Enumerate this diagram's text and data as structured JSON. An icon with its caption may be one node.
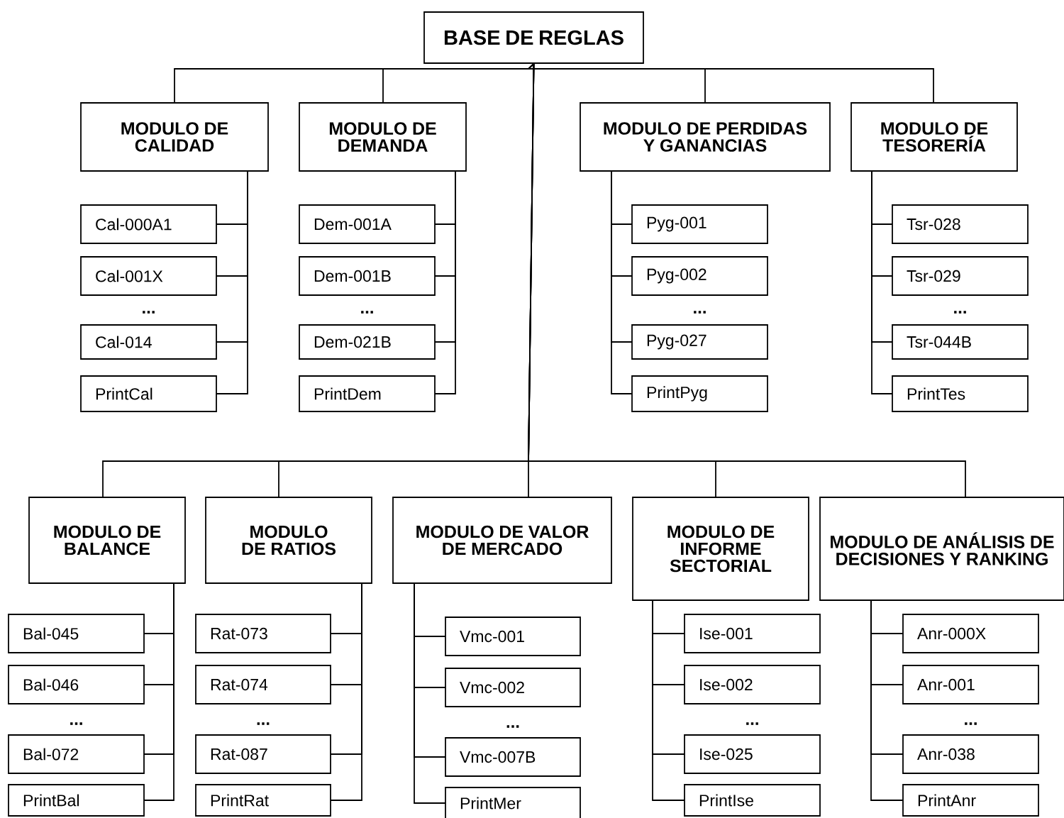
{
  "diagram": {
    "nodes": [
      {
        "text": [
          "BASE DE REGLAS"
        ]
      },
      {
        "text": [
          "MODULO DE CALIDAD"
        ]
      },
      {
        "text": [
          "Cal-000A1"
        ]
      },
      {
        "text": [
          "Cal-001X"
        ]
      },
      {
        "text": [
          "Cal-014"
        ]
      },
      {
        "text": [
          "PrintCal"
        ]
      },
      {
        "text": [
          "MODULO DE DEMANDA"
        ]
      },
      {
        "text": [
          "Dem-001A"
        ]
      },
      {
        "text": [
          "Dem-001B"
        ]
      },
      {
        "text": [
          "Dem-021B"
        ]
      },
      {
        "text": [
          "PrintDem"
        ]
      },
      {
        "text": [
          "MODULO DE PERDIDAS Y GANANCIAS"
        ]
      },
      {
        "text": [
          "Pyg-001"
        ]
      },
      {
        "text": [
          "Pyg-002"
        ]
      },
      {
        "text": [
          "Pyg-027"
        ]
      },
      {
        "text": [
          "PrintPyg"
        ]
      },
      {
        "text": [
          "MODULO DE TESORERÍA"
        ]
      },
      {
        "text": [
          "Tsr-028"
        ]
      },
      {
        "text": [
          "Tsr-029"
        ]
      },
      {
        "text": [
          "Tsr-044B"
        ]
      },
      {
        "text": [
          "PrintTes"
        ]
      },
      {
        "text": [
          "MODULO DE BALANCE"
        ]
      },
      {
        "text": [
          "Bal-045"
        ]
      },
      {
        "text": [
          "Bal-046"
        ]
      },
      {
        "text": [
          "Bal-072"
        ]
      },
      {
        "text": [
          "PrintBal"
        ]
      },
      {
        "text": [
          "MODULO DE RATIOS"
        ]
      },
      {
        "text": [
          "Rat-073"
        ]
      },
      {
        "text": [
          "Rat-074"
        ]
      },
      {
        "text": [
          "Rat-087"
        ]
      },
      {
        "text": [
          "PrintRat"
        ]
      },
      {
        "text": [
          "MODULO DE VALOR DE MERCADO"
        ]
      },
      {
        "text": [
          "Vmc-001"
        ]
      },
      {
        "text": [
          "Vmc-002"
        ]
      },
      {
        "text": [
          "Vmc-007B"
        ]
      },
      {
        "text": [
          "PrintMer"
        ]
      },
      {
        "text": [
          "MODULO DE INFORME SECTORIAL"
        ]
      },
      {
        "text": [
          "Ise-001"
        ]
      },
      {
        "text": [
          "Ise-002"
        ]
      },
      {
        "text": [
          "Ise-025"
        ]
      },
      {
        "text": [
          "PrintIse"
        ]
      },
      {
        "text": [
          "MODULO DE ANÁLISIS DE DECISIONES Y RANKING"
        ]
      },
      {
        "text": [
          "Anr-000X"
        ]
      },
      {
        "text": [
          "Anr-001"
        ]
      },
      {
        "text": [
          "Anr-038"
        ]
      },
      {
        "text": [
          "PrintAnr"
        ]
      }
    ],
    "edges": [
      {
        "from": 0,
        "to": 1,
        "arrow": "none"
      },
      {
        "from": 0,
        "to": 6,
        "arrow": "none"
      },
      {
        "from": 0,
        "to": 11,
        "arrow": "none"
      },
      {
        "from": 0,
        "to": 16,
        "arrow": "none"
      },
      {
        "from": 0,
        "to": 21,
        "arrow": "none"
      },
      {
        "from": 0,
        "to": 26,
        "arrow": "none"
      },
      {
        "from": 0,
        "to": 31,
        "arrow": "none"
      },
      {
        "from": 0,
        "to": 36,
        "arrow": "none"
      },
      {
        "from": 0,
        "to": 41,
        "arrow": "none"
      },
      {
        "from": 1,
        "to": 2,
        "arrow": "none"
      },
      {
        "from": 1,
        "to": 3,
        "arrow": "none"
      },
      {
        "from": 1,
        "to": 4,
        "arrow": "none"
      },
      {
        "from": 1,
        "to": 5,
        "arrow": "none"
      },
      {
        "from": 6,
        "to": 7,
        "arrow": "none"
      },
      {
        "from": 6,
        "to": 8,
        "arrow": "none"
      },
      {
        "from": 6,
        "to": 9,
        "arrow": "none"
      },
      {
        "from": 6,
        "to": 10,
        "arrow": "none"
      },
      {
        "from": 11,
        "to": 12,
        "arrow": "none"
      },
      {
        "from": 11,
        "to": 13,
        "arrow": "none"
      },
      {
        "from": 11,
        "to": 14,
        "arrow": "none"
      },
      {
        "from": 11,
        "to": 15,
        "arrow": "none"
      },
      {
        "from": 16,
        "to": 17,
        "arrow": "none"
      },
      {
        "from": 16,
        "to": 18,
        "arrow": "none"
      },
      {
        "from": 16,
        "to": 19,
        "arrow": "none"
      },
      {
        "from": 16,
        "to": 20,
        "arrow": "none"
      },
      {
        "from": 21,
        "to": 22,
        "arrow": "none"
      },
      {
        "from": 21,
        "to": 23,
        "arrow": "none"
      },
      {
        "from": 21,
        "to": 24,
        "arrow": "none"
      },
      {
        "from": 21,
        "to": 25,
        "arrow": "none"
      },
      {
        "from": 26,
        "to": 27,
        "arrow": "none"
      },
      {
        "from": 26,
        "to": 28,
        "arrow": "none"
      },
      {
        "from": 26,
        "to": 29,
        "arrow": "none"
      },
      {
        "from": 26,
        "to": 30,
        "arrow": "none"
      },
      {
        "from": 31,
        "to": 32,
        "arrow": "none"
      },
      {
        "from": 31,
        "to": 33,
        "arrow": "none"
      },
      {
        "from": 31,
        "to": 34,
        "arrow": "none"
      },
      {
        "from": 31,
        "to": 35,
        "arrow": "none"
      },
      {
        "from": 36,
        "to": 37,
        "arrow": "none"
      },
      {
        "from": 36,
        "to": 38,
        "arrow": "none"
      },
      {
        "from": 36,
        "to": 39,
        "arrow": "none"
      },
      {
        "from": 36,
        "to": 40,
        "arrow": "none"
      },
      {
        "from": 41,
        "to": 42,
        "arrow": "none"
      },
      {
        "from": 41,
        "to": 43,
        "arrow": "none"
      },
      {
        "from": 41,
        "to": 44,
        "arrow": "none"
      },
      {
        "from": 41,
        "to": 45,
        "arrow": "none"
      }
    ],
    "labels": [
      "...",
      "...",
      "...",
      "...",
      "...",
      "...",
      "...",
      "...",
      "..."
    ]
  }
}
